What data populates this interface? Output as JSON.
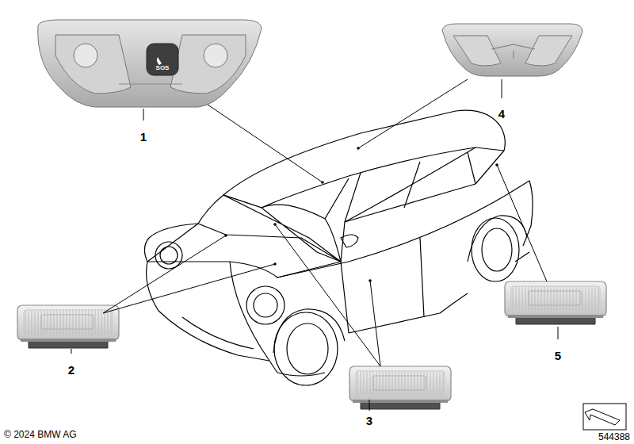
{
  "diagram": {
    "labels": [
      "1",
      "4",
      "2",
      "3",
      "5",
      "SOS",
      "© 2024 BMW AG",
      "544388"
    ]
  }
}
